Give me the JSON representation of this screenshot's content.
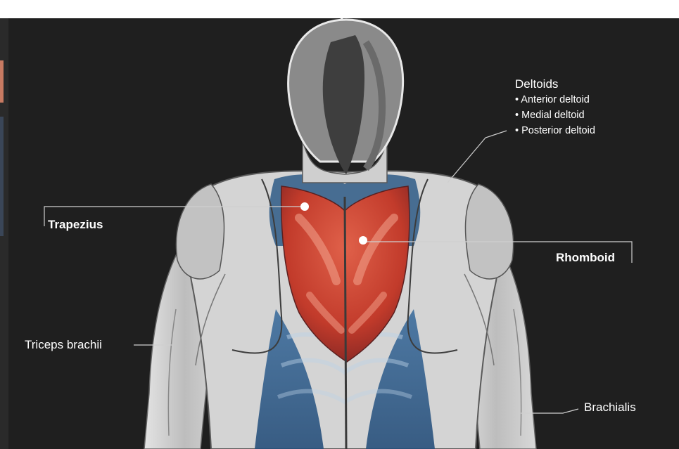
{
  "labels": {
    "deltoids": {
      "title": "Deltoids",
      "items": [
        "• Anterior deltoid",
        "• Medial deltoid",
        "• Posterior deltoid"
      ]
    },
    "trapezius": "Trapezius",
    "rhomboid": "Rhomboid",
    "triceps": "Triceps brachii",
    "brachialis": "Brachialis"
  },
  "colors": {
    "background": "#1f1f1f",
    "highlight_muscle": "#c6402f",
    "lat_blue": "#2f5f8f",
    "skin_gray": "#cfcfcf",
    "hair": "#5a5a5a",
    "label_text": "#ffffff"
  }
}
